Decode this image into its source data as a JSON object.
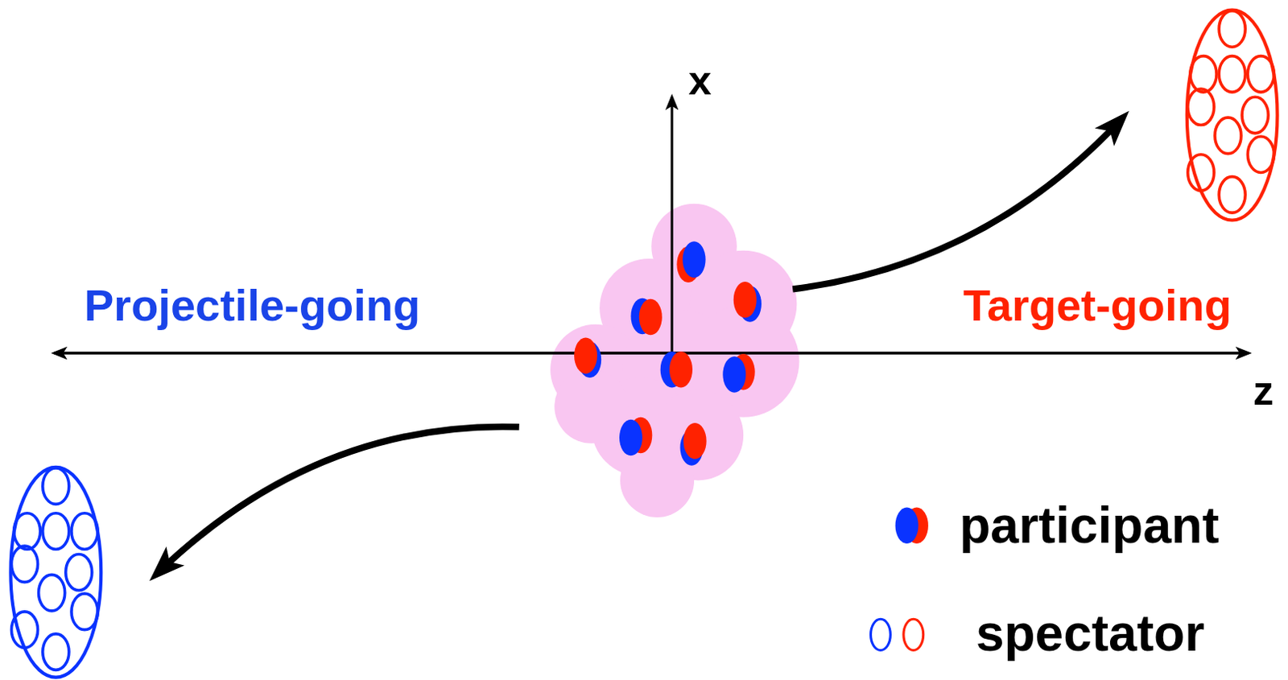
{
  "diagram": {
    "labels": [
      "x",
      "Projectile-going",
      "Target-going",
      "z"
    ],
    "legend": [
      {
        "text": "participant"
      },
      {
        "text": "spectator"
      }
    ]
  }
}
